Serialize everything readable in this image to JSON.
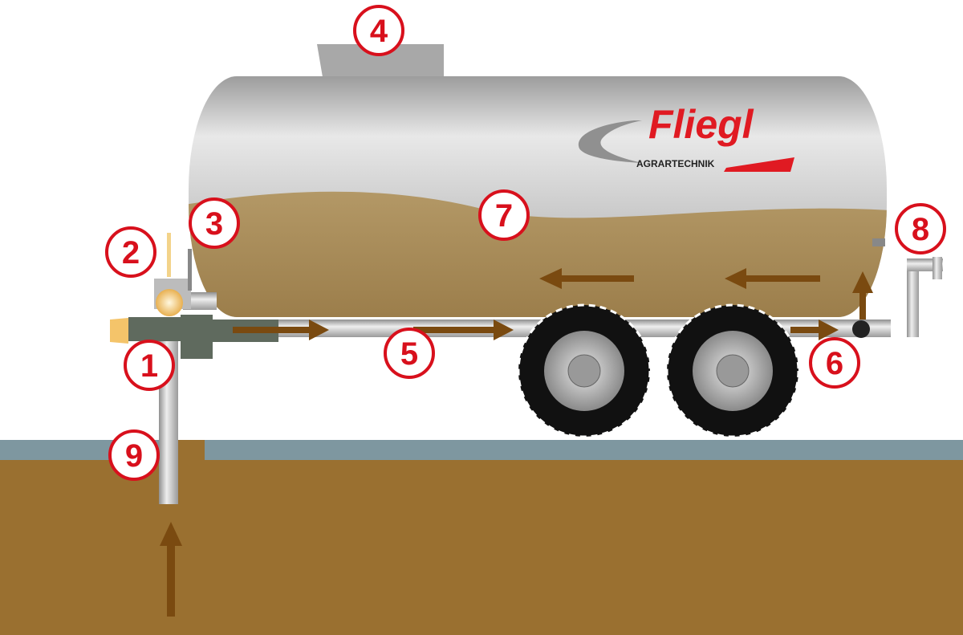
{
  "logo": {
    "brand": "Fliegl",
    "tagline": "AGRARTECHNIK"
  },
  "labels": [
    "1",
    "2",
    "3",
    "4",
    "5",
    "6",
    "7",
    "8",
    "9"
  ],
  "colors": {
    "ground": "#9a7030",
    "surface": "#7e97a0",
    "liquid": "#ab8e5c",
    "arrow": "#7a4a10",
    "marker": "#d8101c"
  }
}
